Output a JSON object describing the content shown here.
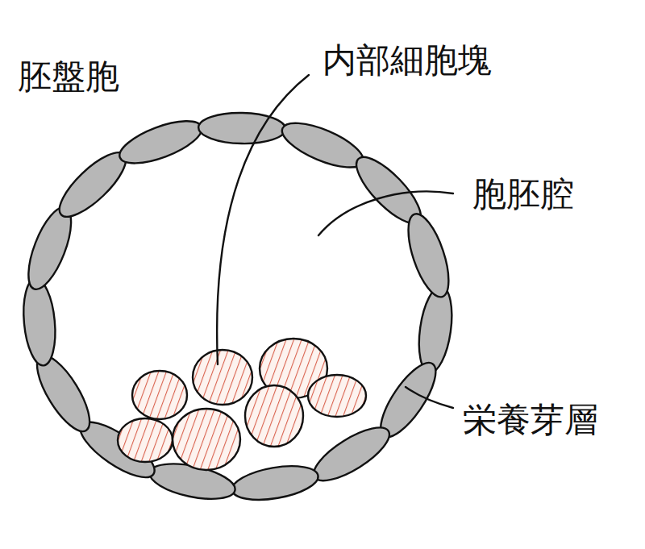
{
  "diagram": {
    "title": "胚盤胞",
    "labels": [
      "内部細胞塊",
      "胞胚腔",
      "栄養芽層"
    ]
  }
}
